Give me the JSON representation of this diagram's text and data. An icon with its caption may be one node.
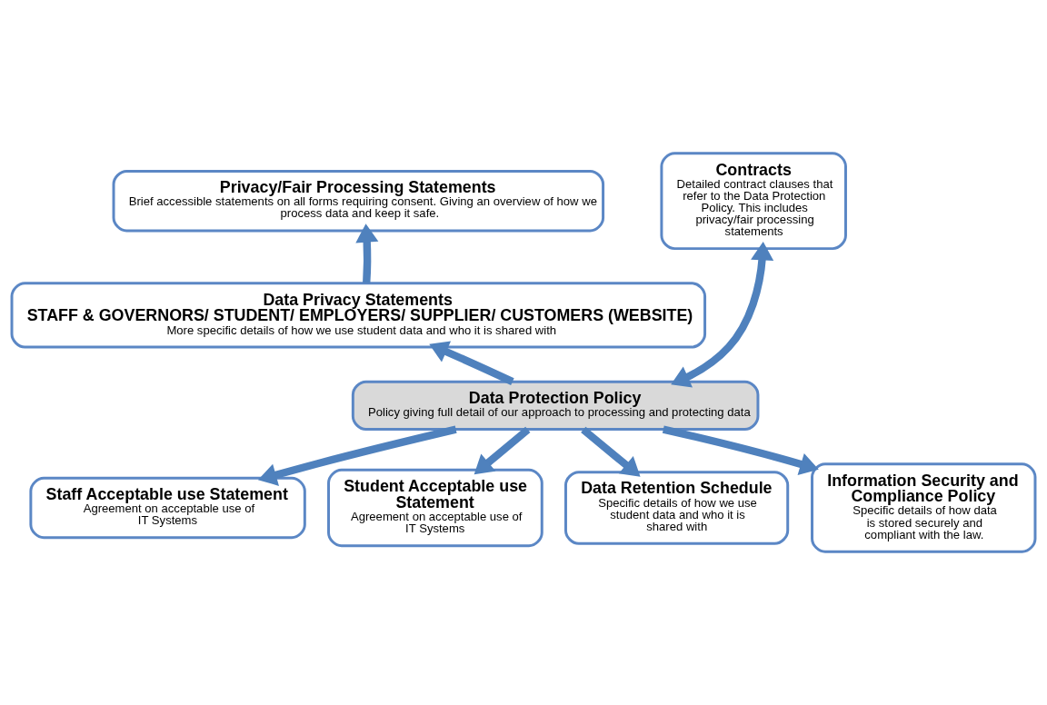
{
  "diagram": {
    "nodes": [
      {
        "text": [
          "Privacy/Fair Processing Statements",
          "Brief accessible statements on all forms requiring consent. Giving an overview of how we process data and keep it safe."
        ]
      },
      {
        "text": [
          "Contracts",
          "Detailed contract clauses that refer to the Data Protection Policy. This includes privacy/fair processing statements"
        ]
      },
      {
        "text": [
          "Data Privacy Statements",
          "STAFF & GOVERNORS/ STUDENT/ EMPLOYERS/ SUPPLIER/ CUSTOMERS (WEBSITE)",
          "More specific details of how we use student data and who it is shared with"
        ]
      },
      {
        "text": [
          "Data Protection Policy",
          "Policy giving full detail of our approach to processing and protecting data"
        ]
      },
      {
        "text": [
          "Staff Acceptable use Statement",
          "Agreement on acceptable use of IT Systems"
        ]
      },
      {
        "text": [
          "Student Acceptable use Statement",
          "Agreement on acceptable use of IT Systems"
        ]
      },
      {
        "text": [
          "Data Retention Schedule",
          "Specific details of how we use student data and who it is shared with"
        ]
      },
      {
        "text": [
          "Information Security and Compliance Policy",
          "Specific details of how data is stored securely and compliant with the law."
        ]
      }
    ],
    "edges": [
      {
        "from": 2,
        "to": 0,
        "arrow": "to"
      },
      {
        "from": 3,
        "to": 2,
        "arrow": "to"
      },
      {
        "from": 3,
        "to": 1,
        "arrow": "both"
      },
      {
        "from": 3,
        "to": 4,
        "arrow": "to"
      },
      {
        "from": 3,
        "to": 5,
        "arrow": "to"
      },
      {
        "from": 3,
        "to": 6,
        "arrow": "to"
      },
      {
        "from": 3,
        "to": 7,
        "arrow": "to"
      }
    ]
  }
}
